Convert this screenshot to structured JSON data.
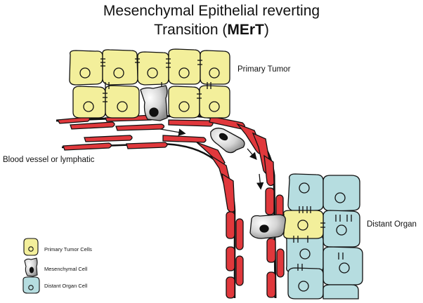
{
  "title": {
    "line1": "Mesenchymal Epithelial reverting",
    "line2_prefix": "Transition (",
    "line2_abbrev": "MErT",
    "line2_suffix": ")"
  },
  "labels": {
    "primary_tumor": "Primary Tumor",
    "blood_vessel": "Blood vessel or lymphatic",
    "distant_organ": "Distant Organ"
  },
  "legend": {
    "primary_tumor_cells": "Primary Tumor Cells",
    "mesenchymal_cell": "Mesenchymal Cell",
    "distant_organ_cell": "Distant Organ Cell"
  },
  "colors": {
    "tumor_cell": "#f3ef9b",
    "organ_cell": "#b6dde0",
    "vessel_cell": "#e0383c",
    "mesenchymal_cell": "#d9d9d9",
    "outline": "#111111"
  }
}
